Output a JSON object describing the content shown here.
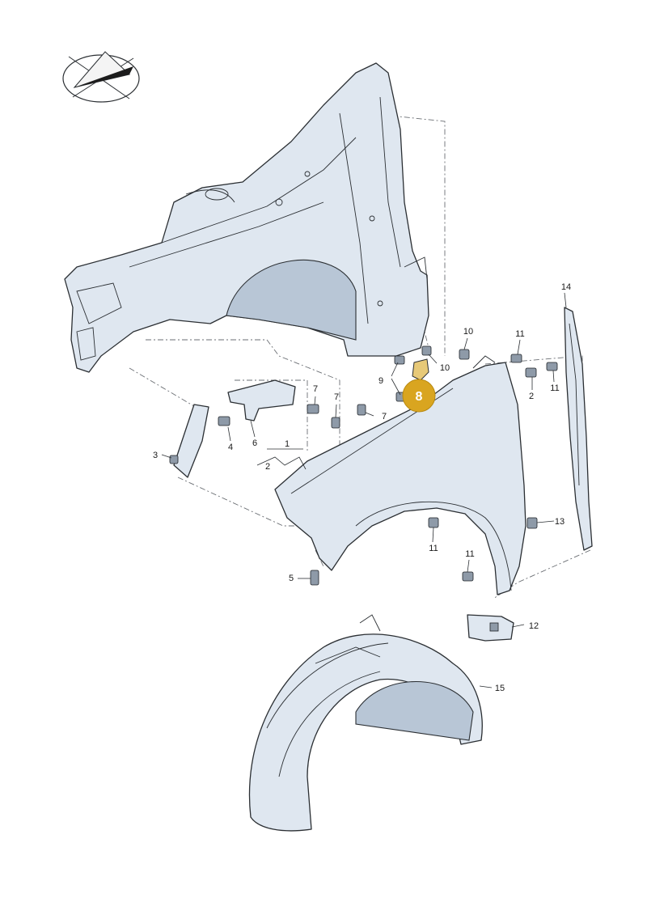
{
  "diagram": {
    "highlight_color": "#d9a520",
    "part_fill": "#dfe7f0",
    "line_color": "#2b2f33",
    "orientation_icon": "compass-arrow-icon",
    "highlighted_callout": "8",
    "callouts": {
      "c1": "1",
      "c2a": "2",
      "c2b": "2",
      "c3": "3",
      "c4": "4",
      "c5": "5",
      "c6": "6",
      "c7a": "7",
      "c7b": "7",
      "c7c": "7",
      "c8": "8",
      "c9": "9",
      "c10a": "10",
      "c10b": "10",
      "c11a": "11",
      "c11b": "11",
      "c11c": "11",
      "c11d": "11",
      "c12": "12",
      "c13": "13",
      "c14": "14",
      "c15": "15"
    }
  }
}
